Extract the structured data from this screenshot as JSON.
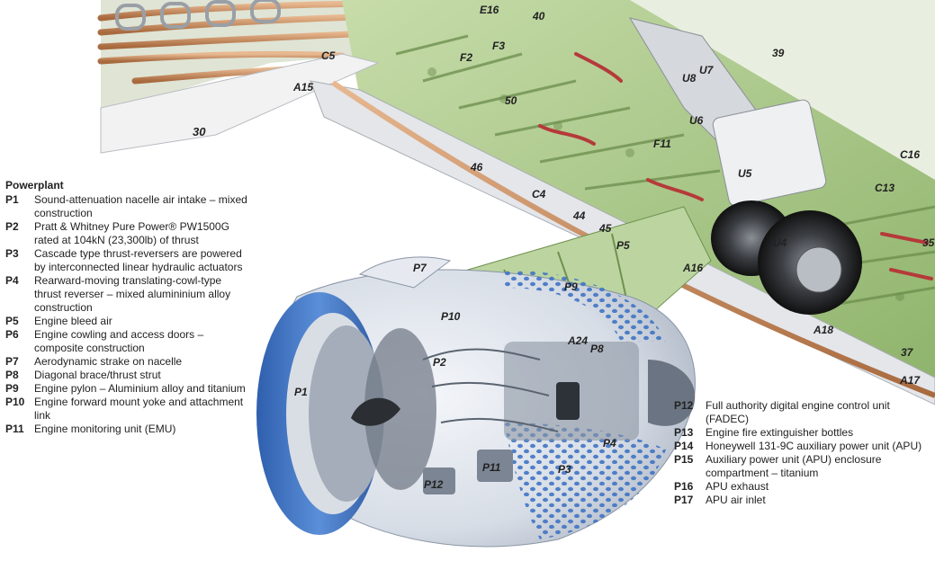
{
  "legend_left": {
    "heading": "Powerplant",
    "items": [
      {
        "code": "P1",
        "text": "Sound-attenuation nacelle air intake – mixed construction"
      },
      {
        "code": "P2",
        "text": "Pratt & Whitney Pure Power® PW1500G rated at 104kN (23,300lb) of thrust"
      },
      {
        "code": "P3",
        "text": "Cascade type thrust-reversers are powered by interconnected linear hydraulic actuators"
      },
      {
        "code": "P4",
        "text": "Rearward-moving translating-cowl-type thrust reverser – mixed alumininium alloy construction"
      },
      {
        "code": "P5",
        "text": "Engine bleed air"
      },
      {
        "code": "P6",
        "text": "Engine cowling and access doors – composite construction"
      },
      {
        "code": "P7",
        "text": "Aerodynamic strake on nacelle"
      },
      {
        "code": "P8",
        "text": "Diagonal brace/thrust strut"
      },
      {
        "code": "P9",
        "text": "Engine pylon – Aluminium alloy and titanium"
      },
      {
        "code": "P10",
        "text": "Engine forward mount yoke and attachment link"
      },
      {
        "code": "P11",
        "text": "Engine monitoring unit (EMU)"
      }
    ]
  },
  "legend_right": {
    "items": [
      {
        "code": "P12",
        "text": "Full authority digital engine control unit (FADEC)"
      },
      {
        "code": "P13",
        "text": "Engine fire extinguisher bottles"
      },
      {
        "code": "P14",
        "text": "Honeywell 131-9C auxiliary power unit (APU)"
      },
      {
        "code": "P15",
        "text": "Auxiliary power unit (APU) enclosure compartment – titanium"
      },
      {
        "code": "P16",
        "text": "APU exhaust"
      },
      {
        "code": "P17",
        "text": "APU air inlet"
      }
    ]
  },
  "callouts": {
    "E16": "E16",
    "n40": "40",
    "F2": "F2",
    "F3": "F3",
    "C5": "C5",
    "A15": "A15",
    "n30": "30",
    "n50": "50",
    "n39": "39",
    "U7": "U7",
    "U8": "U8",
    "U6": "U6",
    "F11": "F11",
    "U5": "U5",
    "C16": "C16",
    "n46": "46",
    "C4": "C4",
    "C13": "C13",
    "n44": "44",
    "n45": "45",
    "P5": "P5",
    "U4": "U4",
    "n35": "35",
    "P7": "P7",
    "A16": "A16",
    "P9": "P9",
    "P10": "P10",
    "A18": "A18",
    "A24": "A24",
    "P8": "P8",
    "n37": "37",
    "P2": "P2",
    "P1": "P1",
    "A17": "A17",
    "P4": "P4",
    "P11": "P11",
    "P3": "P3",
    "P12": "P12"
  },
  "colors": {
    "wing_green": "#a9c98a",
    "nacelle_blue": "#3f74c4",
    "pipe_copper": "#c98a5a",
    "metal_grey": "#c9ccd0"
  }
}
